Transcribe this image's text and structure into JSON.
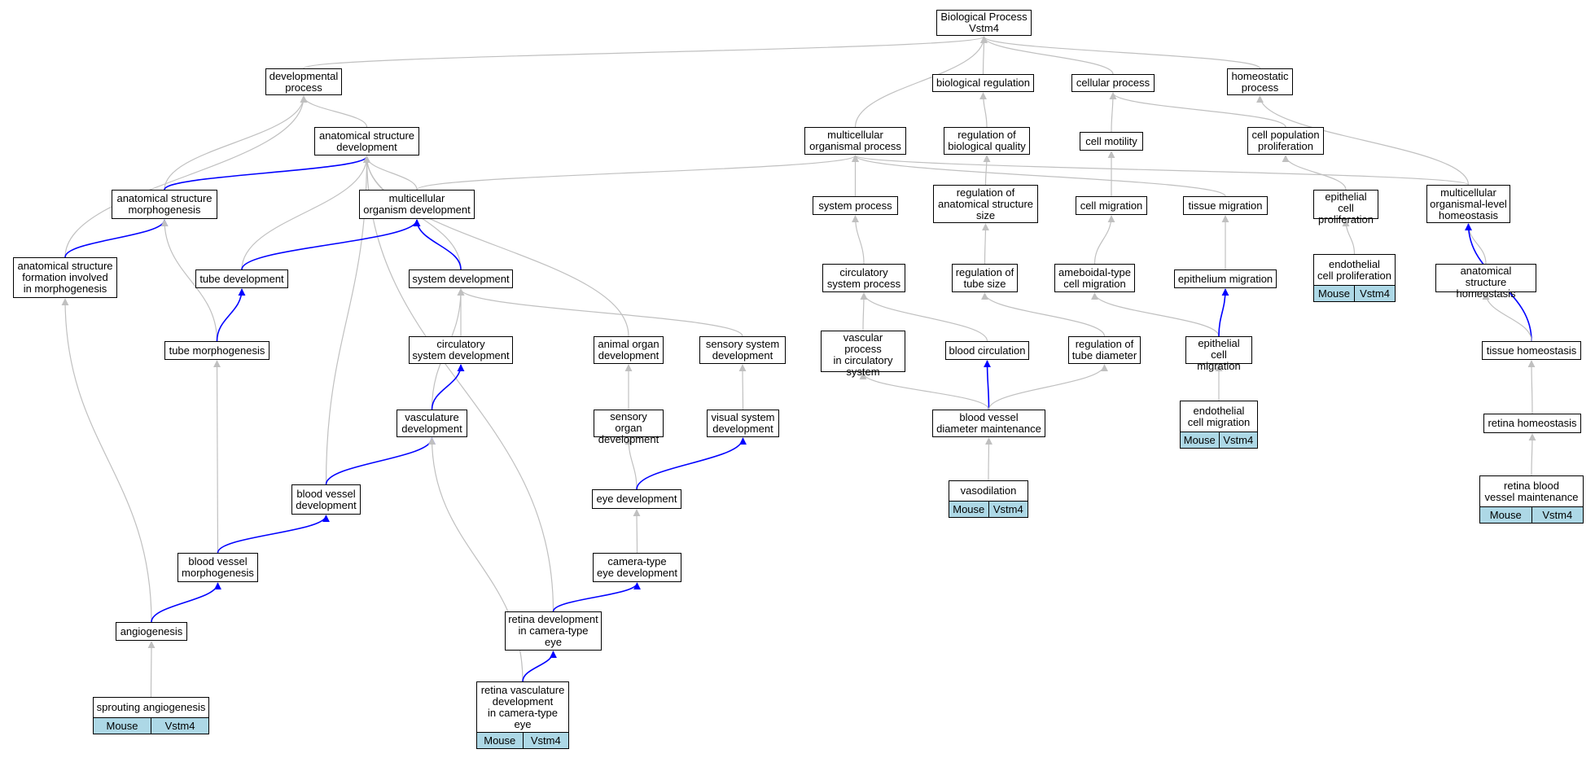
{
  "graph": {
    "colors": {
      "is_a": "#c0c0c0",
      "part_of": "#0000ff",
      "annotation_fill": "#add8e6"
    },
    "nodes": [
      {
        "id": "bp",
        "label": "Biological Process\nVstm4"
      },
      {
        "id": "devproc",
        "label": "developmental\nprocess"
      },
      {
        "id": "biolreg",
        "label": "biological regulation"
      },
      {
        "id": "cellproc",
        "label": "cellular process"
      },
      {
        "id": "homeo",
        "label": "homeostatic\nprocess"
      },
      {
        "id": "asd",
        "label": "anatomical structure\ndevelopment"
      },
      {
        "id": "mcop",
        "label": "multicellular\norganismal process"
      },
      {
        "id": "regbq",
        "label": "regulation of\nbiological quality"
      },
      {
        "id": "cellmot",
        "label": "cell motility"
      },
      {
        "id": "cellpop",
        "label": "cell population\nproliferation"
      },
      {
        "id": "asm",
        "label": "anatomical structure\nmorphogenesis"
      },
      {
        "id": "mcod",
        "label": "multicellular\norganism development"
      },
      {
        "id": "sysproc",
        "label": "system process"
      },
      {
        "id": "regass",
        "label": "regulation of\nanatomical structure\nsize"
      },
      {
        "id": "cellmig",
        "label": "cell migration"
      },
      {
        "id": "tissmig",
        "label": "tissue migration"
      },
      {
        "id": "epiprolif",
        "label": "epithelial cell\nproliferation"
      },
      {
        "id": "mcolh",
        "label": "multicellular\norganismal-level\nhomeostasis"
      },
      {
        "id": "asfim",
        "label": "anatomical structure\nformation involved\nin morphogenesis"
      },
      {
        "id": "tubedev",
        "label": "tube development"
      },
      {
        "id": "sysdev",
        "label": "system development"
      },
      {
        "id": "circsys",
        "label": "circulatory\nsystem process"
      },
      {
        "id": "regtube",
        "label": "regulation of\ntube size"
      },
      {
        "id": "amoeb",
        "label": "ameboidal-type\ncell migration"
      },
      {
        "id": "epimig",
        "label": "epithelium migration"
      },
      {
        "id": "endoprolif",
        "label": "endothelial\ncell proliferation",
        "annotation": [
          "Mouse",
          "Vstm4"
        ]
      },
      {
        "id": "ash",
        "label": "anatomical structure\nhomeostasis"
      },
      {
        "id": "tubemorph",
        "label": "tube morphogenesis"
      },
      {
        "id": "circdev",
        "label": "circulatory\nsystem development"
      },
      {
        "id": "aod",
        "label": "animal organ\ndevelopment"
      },
      {
        "id": "ssd",
        "label": "sensory system\ndevelopment"
      },
      {
        "id": "vpcs",
        "label": "vascular process\nin circulatory\nsystem"
      },
      {
        "id": "bloodcirc",
        "label": "blood circulation"
      },
      {
        "id": "regtd",
        "label": "regulation of\ntube diameter"
      },
      {
        "id": "epicellmig",
        "label": "epithelial cell\nmigration"
      },
      {
        "id": "tisshomeo",
        "label": "tissue homeostasis"
      },
      {
        "id": "vascdev",
        "label": "vasculature\ndevelopment"
      },
      {
        "id": "sod",
        "label": "sensory organ\ndevelopment"
      },
      {
        "id": "vsd",
        "label": "visual system\ndevelopment"
      },
      {
        "id": "bvdm",
        "label": "blood vessel\ndiameter maintenance"
      },
      {
        "id": "endomig",
        "label": "endothelial\ncell migration",
        "annotation": [
          "Mouse",
          "Vstm4"
        ]
      },
      {
        "id": "retinahomeo",
        "label": "retina homeostasis"
      },
      {
        "id": "bvdev",
        "label": "blood vessel\ndevelopment"
      },
      {
        "id": "eyedev",
        "label": "eye development"
      },
      {
        "id": "vasodil",
        "label": "vasodilation",
        "annotation": [
          "Mouse",
          "Vstm4"
        ]
      },
      {
        "id": "rbvm",
        "label": "retina blood\nvessel maintenance",
        "annotation": [
          "Mouse",
          "Vstm4"
        ]
      },
      {
        "id": "bvmorph",
        "label": "blood vessel\nmorphogenesis"
      },
      {
        "id": "camdev",
        "label": "camera-type\neye development"
      },
      {
        "id": "angio",
        "label": "angiogenesis"
      },
      {
        "id": "retdev",
        "label": "retina development\nin camera-type\neye"
      },
      {
        "id": "sprout",
        "label": "sprouting angiogenesis",
        "annotation": [
          "Mouse",
          "Vstm4"
        ]
      },
      {
        "id": "rvdev",
        "label": "retina vasculature\ndevelopment\nin camera-type\neye",
        "annotation": [
          "Mouse",
          "Vstm4"
        ]
      }
    ],
    "edges": [
      {
        "from": "devproc",
        "to": "bp",
        "type": "is_a"
      },
      {
        "from": "mcop",
        "to": "bp",
        "type": "is_a"
      },
      {
        "from": "biolreg",
        "to": "bp",
        "type": "is_a"
      },
      {
        "from": "cellproc",
        "to": "bp",
        "type": "is_a"
      },
      {
        "from": "homeo",
        "to": "bp",
        "type": "is_a"
      },
      {
        "from": "asd",
        "to": "devproc",
        "type": "is_a"
      },
      {
        "from": "asm",
        "to": "devproc",
        "type": "is_a"
      },
      {
        "from": "asfim",
        "to": "devproc",
        "type": "is_a"
      },
      {
        "from": "regbq",
        "to": "biolreg",
        "type": "is_a"
      },
      {
        "from": "cellmot",
        "to": "cellproc",
        "type": "is_a"
      },
      {
        "from": "cellpop",
        "to": "cellproc",
        "type": "is_a"
      },
      {
        "from": "mcolh",
        "to": "homeo",
        "type": "is_a"
      },
      {
        "from": "asm",
        "to": "asd",
        "type": "part_of"
      },
      {
        "from": "mcod",
        "to": "asd",
        "type": "is_a"
      },
      {
        "from": "tubedev",
        "to": "asd",
        "type": "is_a"
      },
      {
        "from": "sysdev",
        "to": "asd",
        "type": "is_a"
      },
      {
        "from": "bvdev",
        "to": "asd",
        "type": "is_a"
      },
      {
        "from": "aod",
        "to": "asd",
        "type": "is_a"
      },
      {
        "from": "retdev",
        "to": "asd",
        "type": "is_a"
      },
      {
        "from": "mcod",
        "to": "mcop",
        "type": "is_a"
      },
      {
        "from": "sysproc",
        "to": "mcop",
        "type": "is_a"
      },
      {
        "from": "tissmig",
        "to": "mcop",
        "type": "is_a"
      },
      {
        "from": "mcolh",
        "to": "mcop",
        "type": "is_a"
      },
      {
        "from": "regass",
        "to": "regbq",
        "type": "is_a"
      },
      {
        "from": "cellmig",
        "to": "cellmot",
        "type": "is_a"
      },
      {
        "from": "epiprolif",
        "to": "cellpop",
        "type": "is_a"
      },
      {
        "from": "asfim",
        "to": "asm",
        "type": "part_of"
      },
      {
        "from": "tubemorph",
        "to": "asm",
        "type": "is_a"
      },
      {
        "from": "tubedev",
        "to": "mcod",
        "type": "part_of"
      },
      {
        "from": "sysdev",
        "to": "mcod",
        "type": "part_of"
      },
      {
        "from": "circsys",
        "to": "sysproc",
        "type": "is_a"
      },
      {
        "from": "regtube",
        "to": "regass",
        "type": "is_a"
      },
      {
        "from": "amoeb",
        "to": "cellmig",
        "type": "is_a"
      },
      {
        "from": "epimig",
        "to": "tissmig",
        "type": "is_a"
      },
      {
        "from": "endoprolif",
        "to": "epiprolif",
        "type": "is_a"
      },
      {
        "from": "ash",
        "to": "mcolh",
        "type": "is_a"
      },
      {
        "from": "tisshomeo",
        "to": "mcolh",
        "type": "part_of"
      },
      {
        "from": "angio",
        "to": "asfim",
        "type": "is_a"
      },
      {
        "from": "tubemorph",
        "to": "tubedev",
        "type": "part_of"
      },
      {
        "from": "circdev",
        "to": "sysdev",
        "type": "is_a"
      },
      {
        "from": "vascdev",
        "to": "sysdev",
        "type": "is_a"
      },
      {
        "from": "ssd",
        "to": "sysdev",
        "type": "is_a"
      },
      {
        "from": "vpcs",
        "to": "circsys",
        "type": "is_a"
      },
      {
        "from": "bloodcirc",
        "to": "circsys",
        "type": "is_a"
      },
      {
        "from": "regtd",
        "to": "regtube",
        "type": "is_a"
      },
      {
        "from": "epicellmig",
        "to": "amoeb",
        "type": "is_a"
      },
      {
        "from": "epicellmig",
        "to": "epimig",
        "type": "part_of"
      },
      {
        "from": "tisshomeo",
        "to": "ash",
        "type": "is_a"
      },
      {
        "from": "bvmorph",
        "to": "tubemorph",
        "type": "is_a"
      },
      {
        "from": "vascdev",
        "to": "circdev",
        "type": "part_of"
      },
      {
        "from": "sod",
        "to": "aod",
        "type": "is_a"
      },
      {
        "from": "vsd",
        "to": "ssd",
        "type": "is_a"
      },
      {
        "from": "bvdm",
        "to": "vpcs",
        "type": "is_a"
      },
      {
        "from": "bvdm",
        "to": "bloodcirc",
        "type": "part_of"
      },
      {
        "from": "bvdm",
        "to": "regtd",
        "type": "is_a"
      },
      {
        "from": "endomig",
        "to": "epicellmig",
        "type": "is_a"
      },
      {
        "from": "retinahomeo",
        "to": "tisshomeo",
        "type": "is_a"
      },
      {
        "from": "bvdev",
        "to": "vascdev",
        "type": "part_of"
      },
      {
        "from": "eyedev",
        "to": "sod",
        "type": "is_a"
      },
      {
        "from": "eyedev",
        "to": "vsd",
        "type": "part_of"
      },
      {
        "from": "vasodil",
        "to": "bvdm",
        "type": "is_a"
      },
      {
        "from": "rbvm",
        "to": "retinahomeo",
        "type": "is_a"
      },
      {
        "from": "bvmorph",
        "to": "bvdev",
        "type": "part_of"
      },
      {
        "from": "camdev",
        "to": "eyedev",
        "type": "is_a"
      },
      {
        "from": "angio",
        "to": "bvmorph",
        "type": "part_of"
      },
      {
        "from": "retdev",
        "to": "camdev",
        "type": "part_of"
      },
      {
        "from": "sprout",
        "to": "angio",
        "type": "is_a"
      },
      {
        "from": "rvdev",
        "to": "vascdev",
        "type": "is_a"
      },
      {
        "from": "rvdev",
        "to": "retdev",
        "type": "part_of"
      }
    ]
  }
}
